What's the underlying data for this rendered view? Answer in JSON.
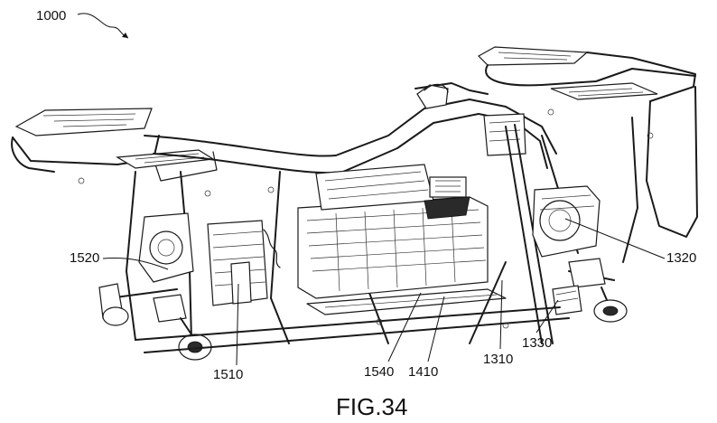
{
  "figure": {
    "caption": "FIG.34",
    "reference_numerals": {
      "assembly": "1000",
      "r1520": "1520",
      "r1510": "1510",
      "r1540": "1540",
      "r1410": "1410",
      "r1310": "1310",
      "r1330": "1330",
      "r1320": "1320"
    }
  }
}
